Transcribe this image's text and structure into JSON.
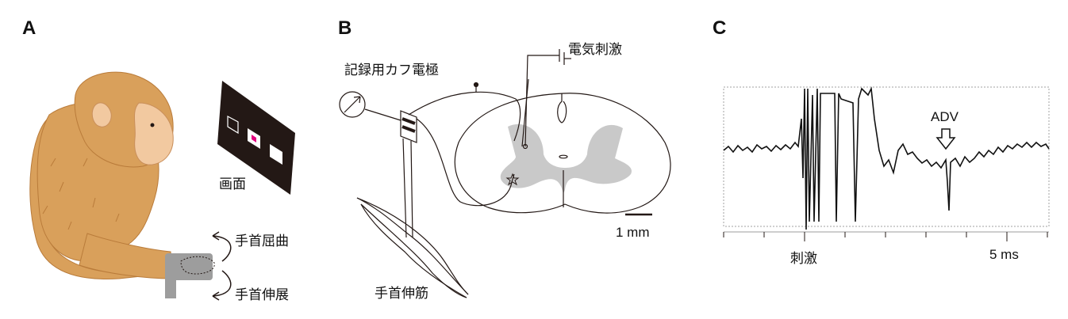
{
  "panels": {
    "a": {
      "letter": "A",
      "screen_label": "画面",
      "wrist_flexion_label": "手首屈曲",
      "wrist_extension_label": "手首伸展",
      "colors": {
        "fur": "#d9a05b",
        "fur_dark": "#b97b3a",
        "face": "#f2c9a0",
        "screen": "#231815",
        "target": "#e4007f",
        "manipulandum": "#9d9d9d"
      }
    },
    "b": {
      "letter": "B",
      "recording_label": "記録用カフ電極",
      "stimulation_label": "電気刺激",
      "muscle_label": "手首伸筋",
      "scale_label": "1 mm",
      "colors": {
        "gray_matter": "#c9c9c9"
      }
    },
    "c": {
      "letter": "C",
      "adv_label": "ADV",
      "stim_label": "刺激",
      "time_label": "5 ms"
    }
  }
}
